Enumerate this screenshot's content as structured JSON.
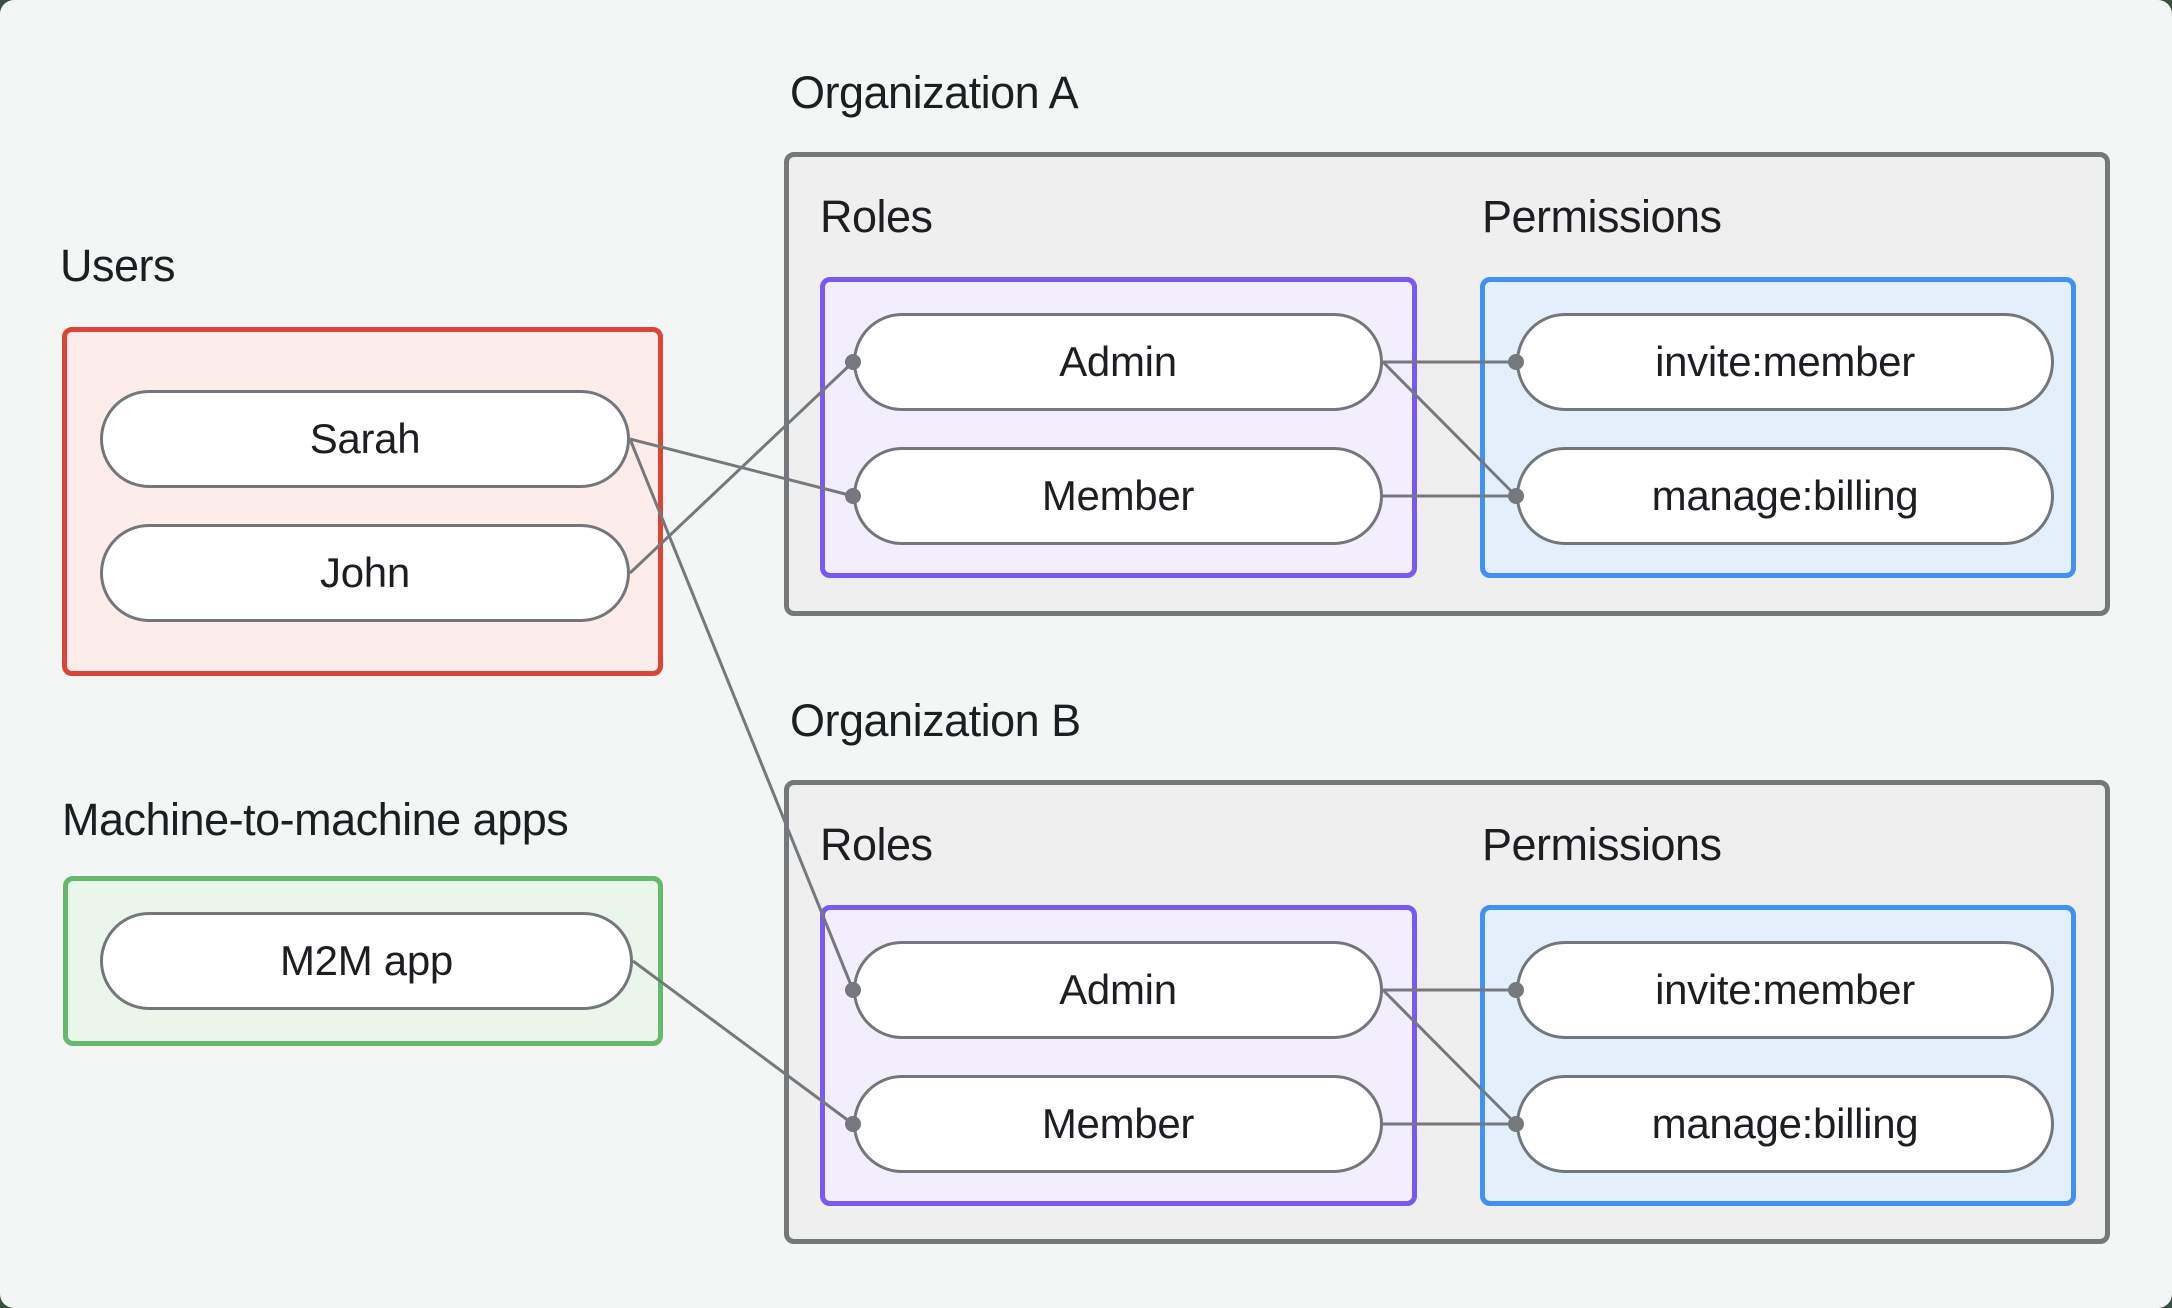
{
  "page": {
    "background": "#f4f6f5",
    "corner_background": "#33523f"
  },
  "groups": {
    "users": {
      "title": "Users",
      "items": [
        "Sarah",
        "John"
      ],
      "border_color": "#dc4437",
      "fill_color": "#fcedeb"
    },
    "m2m": {
      "title": "Machine-to-machine apps",
      "items": [
        "M2M app"
      ],
      "border_color": "#64b96b",
      "fill_color": "#eaf5eb"
    }
  },
  "organizations": [
    {
      "title": "Organization A",
      "roles_label": "Roles",
      "permissions_label": "Permissions",
      "roles": [
        "Admin",
        "Member"
      ],
      "permissions": [
        "invite:member",
        "manage:billing"
      ]
    },
    {
      "title": "Organization B",
      "roles_label": "Roles",
      "permissions_label": "Permissions",
      "roles": [
        "Admin",
        "Member"
      ],
      "permissions": [
        "invite:member",
        "manage:billing"
      ]
    }
  ],
  "connections": [
    {
      "from": "Sarah",
      "to": "Organization A / Member"
    },
    {
      "from": "John",
      "to": "Organization A / Admin"
    },
    {
      "from": "Sarah",
      "to": "Organization B / Admin"
    },
    {
      "from": "M2M app",
      "to": "Organization B / Member"
    },
    {
      "from": "Organization A / Admin",
      "to": "Organization A / invite:member"
    },
    {
      "from": "Organization A / Admin",
      "to": "Organization A / manage:billing"
    },
    {
      "from": "Organization A / Member",
      "to": "Organization A / manage:billing"
    },
    {
      "from": "Organization B / Admin",
      "to": "Organization B / invite:member"
    },
    {
      "from": "Organization B / Admin",
      "to": "Organization B / manage:billing"
    },
    {
      "from": "Organization B / Member",
      "to": "Organization B / manage:billing"
    }
  ],
  "colors": {
    "roles_border": "#7a58f4",
    "roles_fill": "#f3eefc",
    "permissions_border": "#4190f5",
    "permissions_fill": "#e3f0fc",
    "org_border": "#75787a",
    "org_fill": "#efefef",
    "users_border": "#dc4437",
    "users_fill": "#fcedeb",
    "m2m_border": "#64b96b",
    "m2m_fill": "#eaf5eb",
    "node_border": "#73777b",
    "connector": "#75787c",
    "text": "#1c1e21"
  }
}
